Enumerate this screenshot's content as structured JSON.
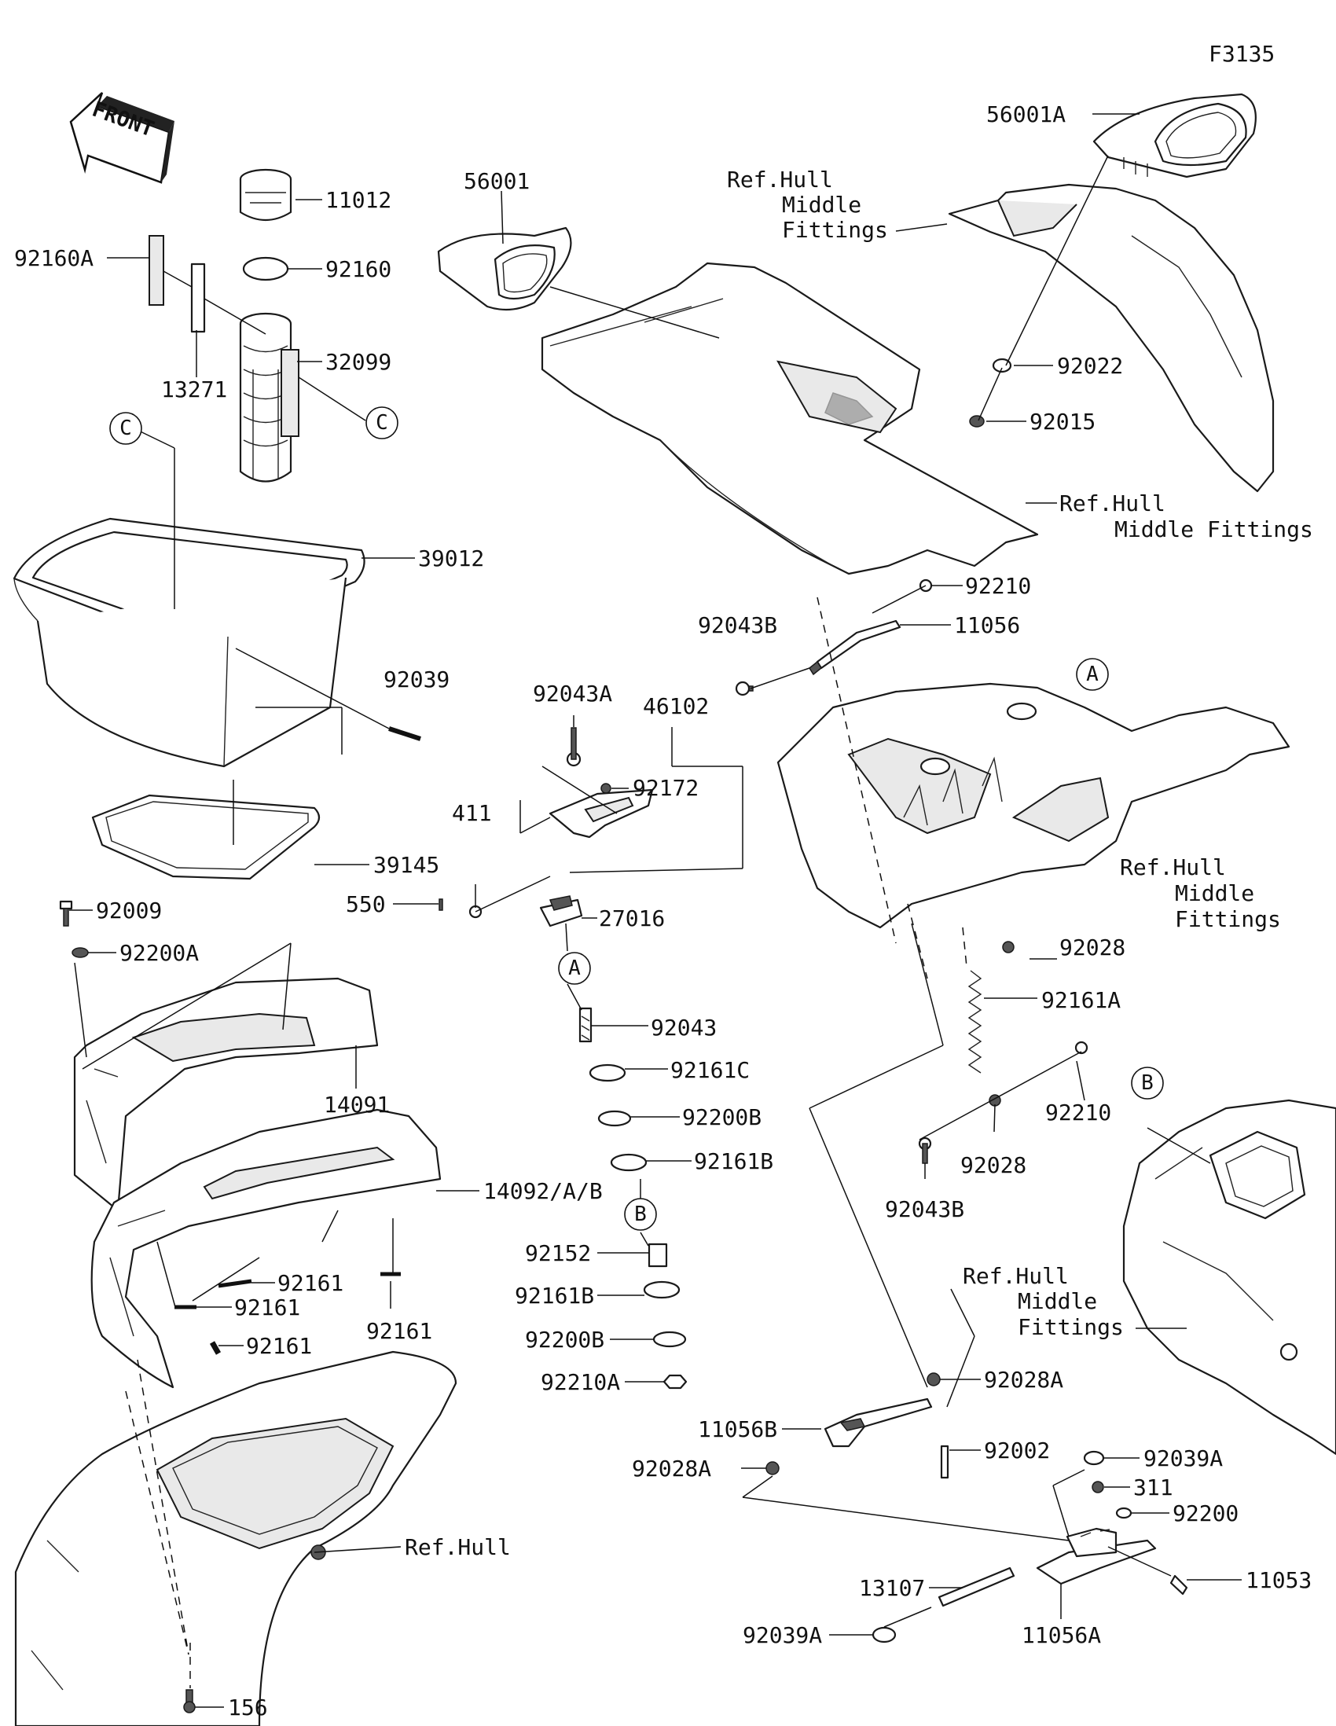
{
  "figure_code": "F3135",
  "front_arrow_label": "FRONT",
  "parts": {
    "p56001A": "56001A",
    "p56001": "56001",
    "p11012": "11012",
    "p92160A": "92160A",
    "p92160": "92160",
    "p32099": "32099",
    "p13271": "13271",
    "p92022": "92022",
    "p92015": "92015",
    "p39012": "39012",
    "p92210": "92210",
    "p92043B": "92043B",
    "p11056": "11056",
    "p92039": "92039",
    "p92043A": "92043A",
    "p46102": "46102",
    "p92172": "92172",
    "p411": "411",
    "p39145": "39145",
    "p550": "550",
    "p27016": "27016",
    "p92009": "92009",
    "p92200A": "92200A",
    "p92028": "92028",
    "p92161A": "92161A",
    "p92043": "92043",
    "p92161C": "92161C",
    "p14091": "14091",
    "p92200B": "92200B",
    "p92210b": "92210",
    "p92161B": "92161B",
    "p92028b": "92028",
    "p14092": "14092/A/B",
    "p92043B_b": "92043B",
    "p92152": "92152",
    "p92161_1": "92161",
    "p92161_2": "92161",
    "p92161_3": "92161",
    "p92161_4": "92161",
    "p92161B_b": "92161B",
    "p92200B_b": "92200B",
    "p92210A": "92210A",
    "p92028A": "92028A",
    "p11056B": "11056B",
    "p92002": "92002",
    "p92028A_b": "92028A",
    "p92039A": "92039A",
    "p311": "311",
    "p92200": "92200",
    "p11053": "11053",
    "p13107": "13107",
    "p92039A_b": "92039A",
    "p11056A": "11056A",
    "p156": "156"
  },
  "references": {
    "ref1": [
      "Ref.Hull",
      "Middle",
      "Fittings"
    ],
    "ref2": [
      "Ref.Hull",
      "Middle Fittings"
    ],
    "ref3": [
      "Ref.Hull",
      "Middle",
      "Fittings"
    ],
    "ref4": [
      "Ref.Hull",
      "Middle",
      "Fittings"
    ],
    "ref5": "Ref.Hull"
  },
  "markers": {
    "C": "C",
    "A": "A",
    "B": "B"
  }
}
